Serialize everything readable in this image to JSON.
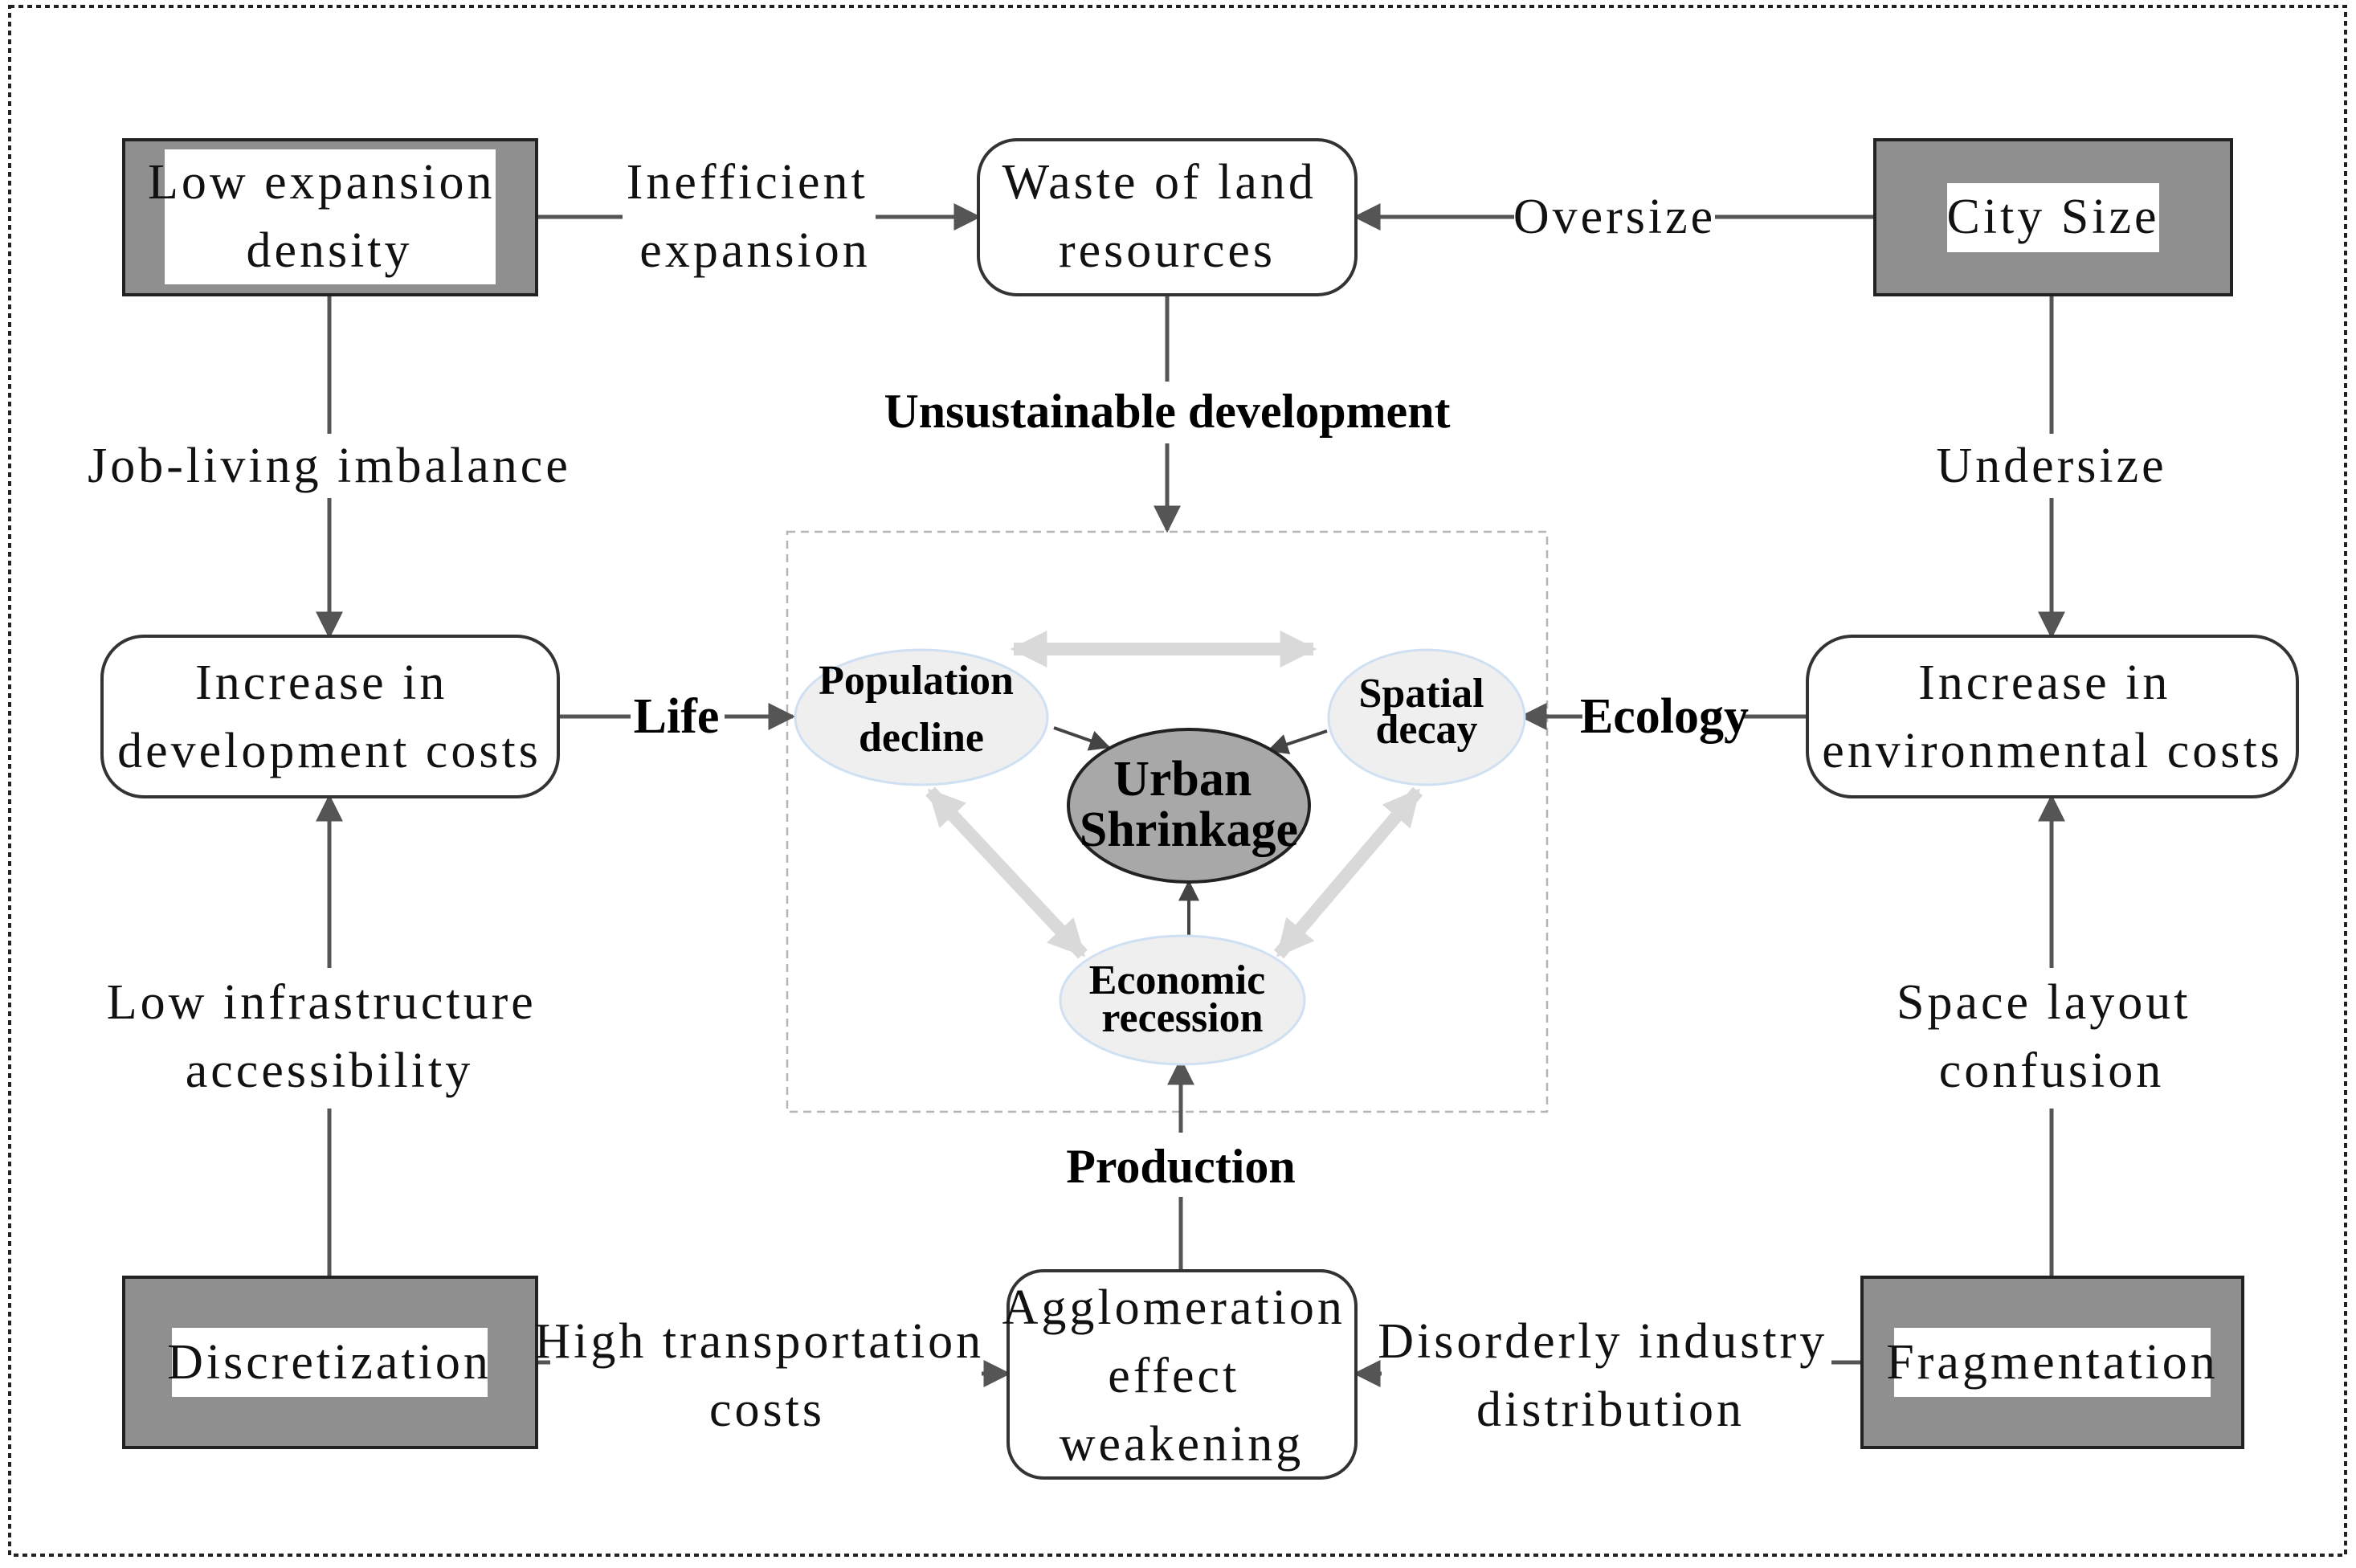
{
  "nodes": {
    "low_expansion_density": [
      "Low expansion",
      "density"
    ],
    "waste_of_land": [
      "Waste of land",
      "resources"
    ],
    "city_size": [
      "City Size"
    ],
    "increase_dev_costs": [
      "Increase in",
      "development costs"
    ],
    "increase_env_costs": [
      "Increase in",
      "environmental costs"
    ],
    "discretization": [
      "Discretization"
    ],
    "agglomeration": [
      "Agglomeration",
      "effect",
      "weakening"
    ],
    "fragmentation": [
      "Fragmentation"
    ],
    "population_decline": [
      "Population",
      "decline"
    ],
    "spatial_decay": [
      "Spatial",
      "decay"
    ],
    "economic_recession": [
      "Economic",
      "recession"
    ],
    "urban_shrinkage": [
      "Urban",
      "Shrinkage"
    ]
  },
  "edges": {
    "inefficient_expansion": [
      "Inefficient",
      "expansion"
    ],
    "oversize": [
      "Oversize"
    ],
    "job_living_imbalance": [
      "Job-living imbalance"
    ],
    "undersize": [
      "Undersize"
    ],
    "unsustainable_development": [
      "Unsustainable development"
    ],
    "life": [
      "Life"
    ],
    "ecology": [
      "Ecology"
    ],
    "production": [
      "Production"
    ],
    "low_infrastructure": [
      "Low infrastructure",
      "accessibility"
    ],
    "space_layout": [
      "Space layout",
      "confusion"
    ],
    "high_transport": [
      "High transportation",
      "costs"
    ],
    "disorderly_industry": [
      "Disorderly industry",
      "distribution"
    ]
  },
  "colors": {
    "dark_box": "#8f8f8f",
    "shrinkage_fill": "#a8a8a8",
    "ellipse_fill": "#efefef",
    "line": "#555555",
    "light_arrow": "#d9d9d9"
  }
}
